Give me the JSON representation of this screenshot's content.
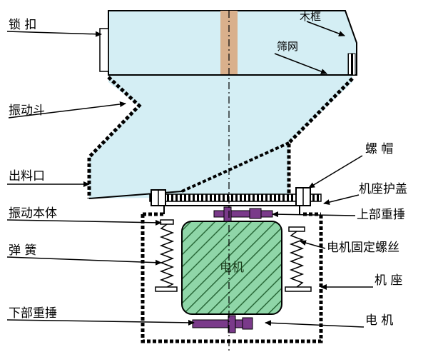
{
  "labels": {
    "suokou": "锁  扣",
    "mukuang": "木框",
    "shaiwang": "筛网",
    "zhendongdou": "振动斗",
    "chuliaokou": "出料口",
    "luomao": "螺  帽",
    "jizuohugai": "机座护盖",
    "zhendongbenti": "振动本体",
    "shangbuzhongchui": "上部重捶",
    "tanhuang": "弹  簧",
    "dianjigudingluosi": "电机固定螺丝",
    "jizuo": "机  座",
    "xiabuzhongchui": "下部重捶",
    "dianji": "电  机",
    "motor_text": "电机"
  },
  "colors": {
    "box_fill": "#d4eef4",
    "motor_fill": "#8fd6a8",
    "motor_hatch": "#2a6a3a",
    "weight_fill": "#7a3a8a",
    "accent_tan": "#d9b08c",
    "line": "#000000"
  }
}
